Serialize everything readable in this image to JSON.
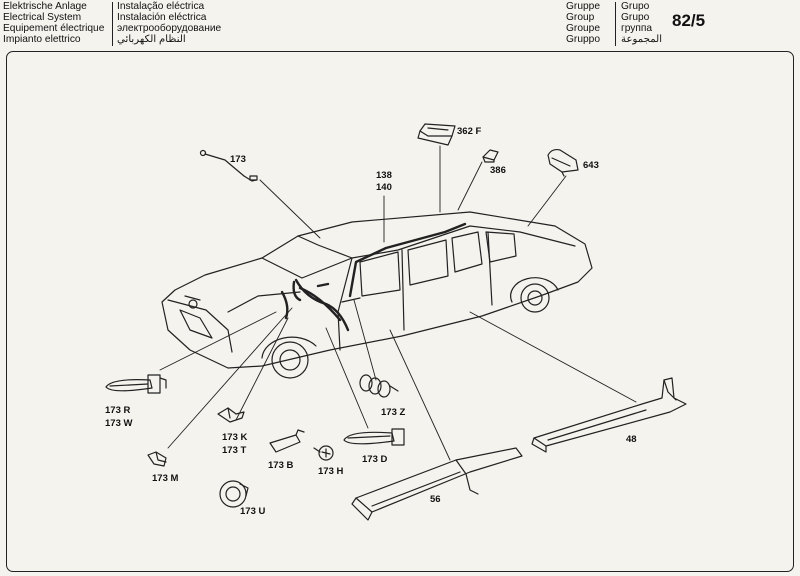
{
  "header": {
    "col1": [
      "Elektrische Anlage",
      "Electrical System",
      "Equipement électrique",
      "Impianto elettrico"
    ],
    "col2": [
      "Instalação eléctrica",
      "Instalación eléctrica",
      "электрооборудование",
      "النظام الكهربائي"
    ],
    "col3": [
      "Gruppe",
      "Group",
      "Groupe",
      "Gruppo"
    ],
    "col4": [
      "Grupo",
      "Grupo",
      "группа",
      "المجموعة"
    ],
    "page_number": "82/5"
  },
  "labels": {
    "l173_top": "173",
    "l362f": "362 F",
    "l386": "386",
    "l643": "643",
    "l138": "138",
    "l140": "140",
    "l173r": "173 R",
    "l173w": "173 W",
    "l173k": "173 K",
    "l173t": "173 T",
    "l173z": "173 Z",
    "l173b": "173 B",
    "l173h": "173 H",
    "l173d": "173 D",
    "l173m": "173 M",
    "l173u": "173 U",
    "l56": "56",
    "l48": "48"
  }
}
